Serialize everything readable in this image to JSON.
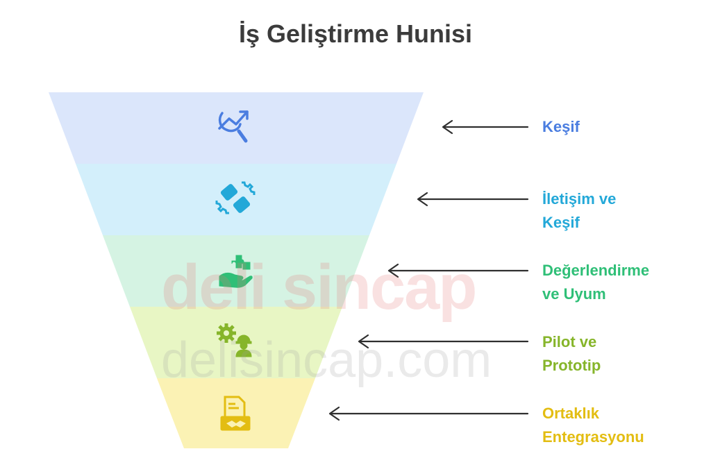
{
  "title": "İş Geliştirme Hunisi",
  "watermark": {
    "primary": "deli sincap",
    "secondary": "delisincap.com"
  },
  "stages": [
    {
      "label_line1": "Keşif",
      "label_line2": "",
      "fill": "#dbe6fb",
      "accent": "#4a7de0",
      "icon": "analytics-search-icon"
    },
    {
      "label_line1": "İletişim ve",
      "label_line2": "Keşif",
      "fill": "#d3effb",
      "accent": "#23a8d8",
      "icon": "puzzle-gear-icon"
    },
    {
      "label_line1": "Değerlendirme",
      "label_line2": "ve Uyum",
      "fill": "#d5f3e3",
      "accent": "#2fbf77",
      "icon": "hand-puzzle-icon"
    },
    {
      "label_line1": "Pilot ve",
      "label_line2": "Prototip",
      "fill": "#e8f6c4",
      "accent": "#86b52a",
      "icon": "gear-worker-icon"
    },
    {
      "label_line1": "Ortaklık",
      "label_line2": "Entegrasyonu",
      "fill": "#fbf2b4",
      "accent": "#e3bd12",
      "icon": "contract-handshake-icon"
    }
  ],
  "colors": {
    "title": "#3b3b3b",
    "arrow": "#2f2f2f"
  }
}
